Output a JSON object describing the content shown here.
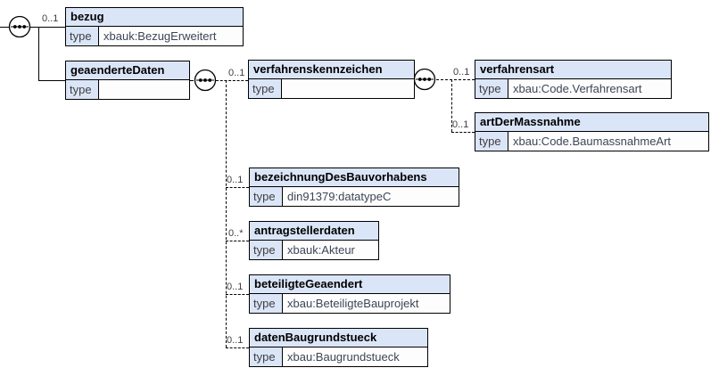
{
  "diagram": {
    "description": "XML schema content model diagram",
    "compositor_icon": "sequence-three-dots",
    "colors": {
      "box_header_bg": "#dbe5f8",
      "box_value_bg": "#fdfdfe",
      "border": "#000000",
      "connector": "#000000",
      "header_text": "#000000",
      "secondary_text": "#3f3f3f",
      "value_text": "#3c4656"
    },
    "nodes": {
      "bezug": {
        "name": "bezug",
        "type_label": "type",
        "type_value": "xbauk:BezugErweitert",
        "cardinality": "0..1"
      },
      "geaenderteDaten": {
        "name": "geaenderteDaten",
        "type_label": "type",
        "type_value": ""
      },
      "verfahrenskennzeichen": {
        "name": "verfahrenskennzeichen",
        "type_label": "type",
        "type_value": "",
        "cardinality": "0..1"
      },
      "verfahrensart": {
        "name": "verfahrensart",
        "type_label": "type",
        "type_value": "xbau:Code.Verfahrensart",
        "cardinality": "0..1"
      },
      "artDerMassnahme": {
        "name": "artDerMassnahme",
        "type_label": "type",
        "type_value": "xbau:Code.BaumassnahmeArt",
        "cardinality": "0..1"
      },
      "bezeichnungDesBauvorhabens": {
        "name": "bezeichnungDesBauvorhabens",
        "type_label": "type",
        "type_value": "din91379:datatypeC",
        "cardinality": "0..1"
      },
      "antragstellerdaten": {
        "name": "antragstellerdaten",
        "type_label": "type",
        "type_value": "xbauk:Akteur",
        "cardinality": "0..*"
      },
      "beteiligteGeaendert": {
        "name": "beteiligteGeaendert",
        "type_label": "type",
        "type_value": "xbau:BeteiligteBauprojekt",
        "cardinality": "0..1"
      },
      "datenBaugrundstueck": {
        "name": "datenBaugrundstueck",
        "type_label": "type",
        "type_value": "xbau:Baugrundstueck",
        "cardinality": "0..1"
      }
    }
  }
}
